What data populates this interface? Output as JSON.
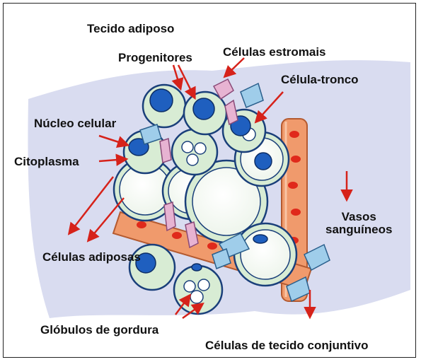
{
  "title": "Tecido adiposo",
  "labels": {
    "progenitores": "Progenitores",
    "celulas_estromais": "Células estromais",
    "celula_tronco": "Célula-tronco",
    "nucleo_celular": "Núcleo celular",
    "citoplasma": "Citoplasma",
    "celulas_adiposas": "Células adiposas",
    "vasos_line1": "Vasos",
    "vasos_line2": "sanguíneos",
    "globulos_gordura": "Glóbulos de gordura",
    "tecido_conjuntivo": "Células de tecido conjuntivo"
  },
  "colors": {
    "background_tissue": "#d9dcf0",
    "fat_cell_fill": "#ffffff",
    "fat_cell_ring": "#d8ecd4",
    "fat_cell_outline": "#1a3f7a",
    "nucleus": "#1f5fbf",
    "vessel_fill": "#f09a6c",
    "vessel_dots": "#e0291b",
    "stromal_cell": "#e7b3d2",
    "connective_cell": "#9fcdea",
    "arrow": "#d6221a"
  }
}
